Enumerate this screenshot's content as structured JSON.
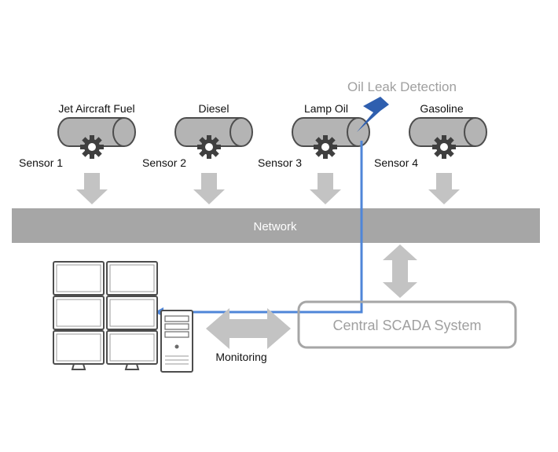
{
  "alert": {
    "label": "Oil Leak Detection"
  },
  "tanks": [
    {
      "product": "Jet Aircraft Fuel",
      "sensor": "Sensor 1"
    },
    {
      "product": "Diesel",
      "sensor": "Sensor 2"
    },
    {
      "product": "Lamp Oil",
      "sensor": "Sensor 3"
    },
    {
      "product": "Gasoline",
      "sensor": "Sensor 4"
    }
  ],
  "network": {
    "label": "Network"
  },
  "scada": {
    "label": "Central SCADA System"
  },
  "monitoring": {
    "label": "Monitoring"
  },
  "colors": {
    "tank_fill": "#b4b4b4",
    "tank_stroke": "#4d4d4d",
    "gear": "#3f3f3f",
    "arrow": "#c3c3c3",
    "network_bar": "#a6a6a6",
    "alert_path": "#4f86d8",
    "lightning": "#2f5faf",
    "alert_text": "#a0a0a0",
    "scada_box": "#a6a6a6"
  }
}
